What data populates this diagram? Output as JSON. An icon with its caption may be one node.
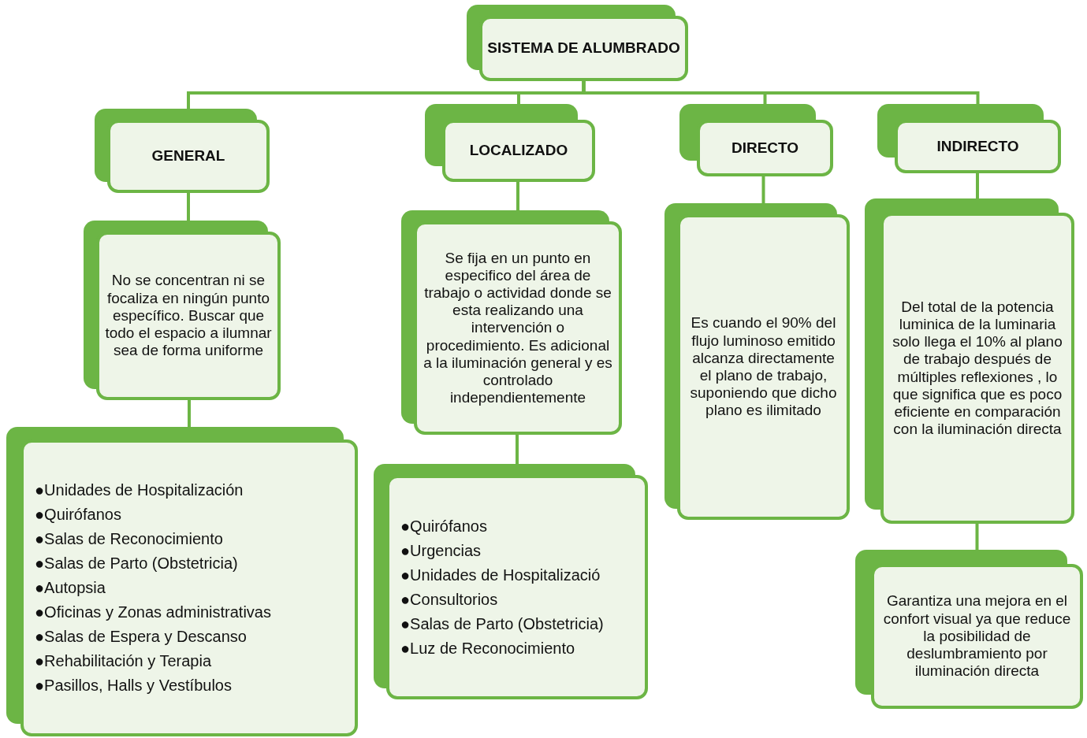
{
  "diagram": {
    "nodes": [
      {
        "text": [
          "SISTEMA DE ALUMBRADO"
        ]
      },
      {
        "text": [
          "GENERAL"
        ]
      },
      {
        "text": [
          "LOCALIZADO"
        ]
      },
      {
        "text": [
          "DIRECTO"
        ]
      },
      {
        "text": [
          "INDIRECTO"
        ]
      },
      {
        "text": [
          "No se concentran ni se focaliza en ningún punto específico. Buscar que todo el espacio  a ilumnar sea de forma uniforme"
        ]
      },
      {
        "text": [
          "Se fija en un punto en especifico del área de trabajo o actividad donde  se esta realizando una intervención o procedimiento.  Es adicional a la iluminación general y es controlado independientemente"
        ]
      },
      {
        "text": [
          "Es cuando el 90% del flujo luminoso emitido alcanza directamente el plano de trabajo, suponiendo que dicho plano es ilimitado"
        ]
      },
      {
        "text": [
          "Del total de la potencia luminica  de la luminaria solo llega el 10% al plano de trabajo  después de múltiples reflexiones  , lo que significa  que es poco eficiente  en comparación con la iluminación directa"
        ]
      },
      {
        "text": [
          "●Unidades de Hospitalización",
          "●Quirófanos",
          "●Salas de Reconocimiento",
          "●Salas de Parto (Obstetricia)",
          "●Autopsia",
          "●Oficinas y Zonas  administrativas",
          "●Salas de Espera y Descanso",
          "●Rehabilitación y Terapia",
          "●Pasillos, Halls y Vestíbulos"
        ]
      },
      {
        "text": [
          "●Quirófanos",
          "●Urgencias",
          "●Unidades de Hospitalizació",
          "●Consultorios",
          "●Salas de Parto (Obstetricia)",
          "●Luz de Reconocimiento"
        ]
      },
      {
        "text": [
          "Garantiza una mejora en el confort visual ya que reduce la posibilidad de deslumbramiento por iluminación directa"
        ]
      }
    ],
    "edges": [
      {
        "from": 0,
        "to": 1,
        "arrow": "none"
      },
      {
        "from": 0,
        "to": 2,
        "arrow": "none"
      },
      {
        "from": 0,
        "to": 3,
        "arrow": "none"
      },
      {
        "from": 0,
        "to": 4,
        "arrow": "none"
      },
      {
        "from": 1,
        "to": 5,
        "arrow": "none"
      },
      {
        "from": 5,
        "to": 9,
        "arrow": "none"
      },
      {
        "from": 2,
        "to": 6,
        "arrow": "none"
      },
      {
        "from": 6,
        "to": 10,
        "arrow": "none"
      },
      {
        "from": 3,
        "to": 7,
        "arrow": "none"
      },
      {
        "from": 4,
        "to": 8,
        "arrow": "none"
      },
      {
        "from": 8,
        "to": 11,
        "arrow": "none"
      }
    ]
  }
}
